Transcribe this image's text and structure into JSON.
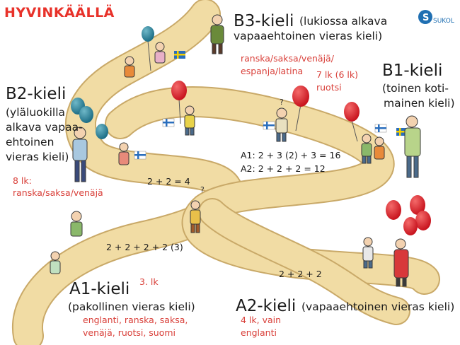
{
  "header": {
    "title": "HYVINKÄÄLLÄ",
    "logo_text": "SUKOL"
  },
  "colors": {
    "title": "#e8322a",
    "accent_red": "#d9403a",
    "text": "#1a1a1a",
    "road": "#f1dca4",
    "road_edge": "#c9a968",
    "logo": "#1f6fb2"
  },
  "b3": {
    "heading": "B3-kieli",
    "subtitle_line1": "(lukiossa alkava",
    "subtitle_line2": "vapaaehtoinen vieras kieli)",
    "langs_line1": "ranska/saksa/venäjä/",
    "langs_line2": "espanja/latina"
  },
  "b1": {
    "heading": "B1-kieli",
    "sub_line1": "(toinen koti-",
    "sub_line2": "mainen kieli)",
    "grade": "7 lk (6 lk)",
    "lang": "ruotsi"
  },
  "b2": {
    "heading": "B2-kieli",
    "sub_lines": [
      "(yläluokilla",
      "alkava vapaa-",
      "ehtoinen",
      "vieras kieli)"
    ],
    "grade": "8 lk:",
    "langs": "ranska/saksa/venäjä"
  },
  "a1": {
    "heading": "A1-kieli",
    "grade": "3. lk",
    "subtitle": "(pakollinen vieras kieli)",
    "langs_line1": "englanti, ranska, saksa,",
    "langs_line2": "venäjä, ruotsi, suomi"
  },
  "a2": {
    "heading": "A2-kieli",
    "subtitle": "(vapaaehtoinen vieras kieli)",
    "grade": "4 lk, vain",
    "lang": "englanti"
  },
  "road_labels": {
    "a1_hours": "A1: 2 + 3 (2) + 3 = 16",
    "a2_hours": "A2: 2 + 2 + 2 = 12",
    "b2_hours": "2 + 2 = 4",
    "a1_lower": "2 + 2 + 2 + 2 (3)",
    "a2_lower": "2 + 2 + 2"
  },
  "illustration": {
    "question_mark": "?"
  }
}
